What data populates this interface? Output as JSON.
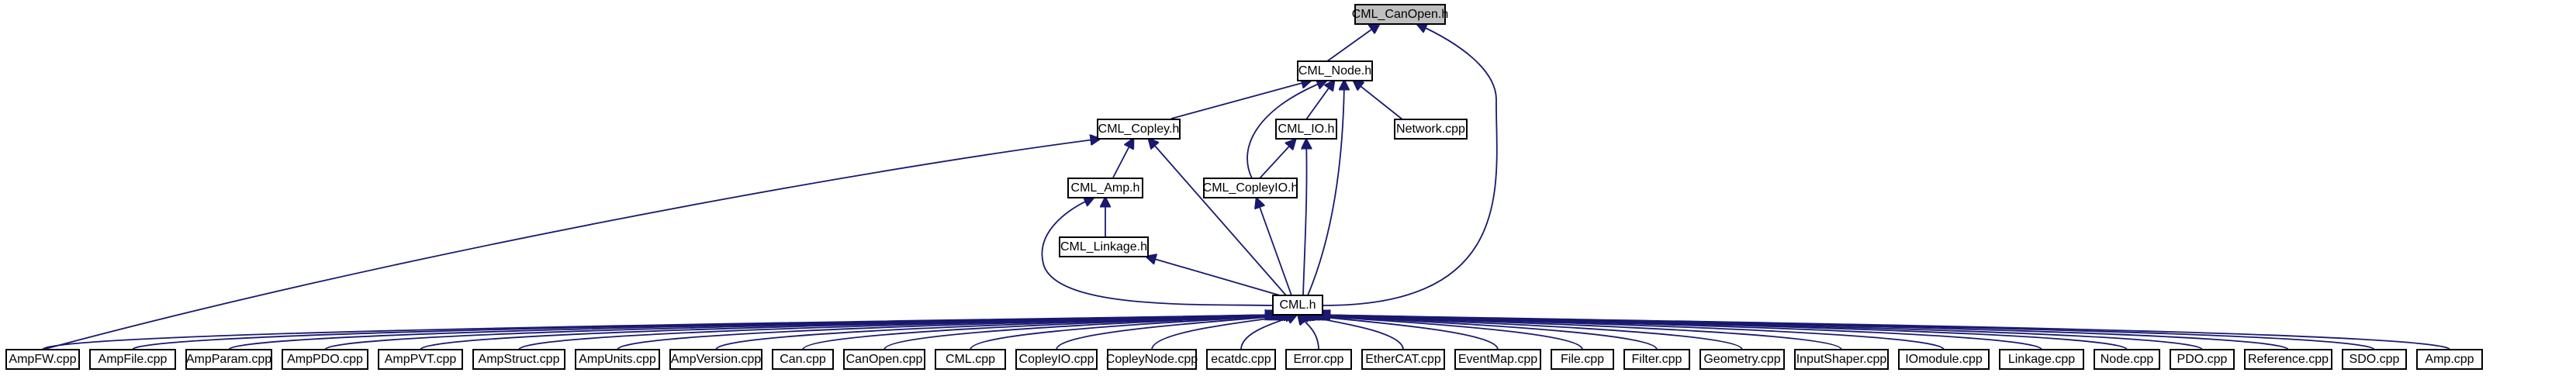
{
  "graph": {
    "root": "CML_CanOpen.h",
    "headers": {
      "cml_node": "CML_Node.h",
      "cml_copley": "CML_Copley.h",
      "cml_io": "CML_IO.h",
      "cml_copleyio": "CML_CopleyIO.h",
      "cml_amp": "CML_Amp.h",
      "cml_linkage": "CML_Linkage.h",
      "cml_h": "CML.h",
      "network": "Network.cpp"
    },
    "files": [
      "AmpFW.cpp",
      "AmpFile.cpp",
      "AmpParam.cpp",
      "AmpPDO.cpp",
      "AmpPVT.cpp",
      "AmpStruct.cpp",
      "AmpUnits.cpp",
      "AmpVersion.cpp",
      "Can.cpp",
      "CanOpen.cpp",
      "CML.cpp",
      "CopleyIO.cpp",
      "CopleyNode.cpp",
      "ecatdc.cpp",
      "Error.cpp",
      "EtherCAT.cpp",
      "EventMap.cpp",
      "File.cpp",
      "Filter.cpp",
      "Geometry.cpp",
      "InputShaper.cpp",
      "IOmodule.cpp",
      "Linkage.cpp",
      "Node.cpp",
      "PDO.cpp",
      "Reference.cpp",
      "SDO.cpp",
      "Amp.cpp"
    ],
    "colors": {
      "edge": "#191970",
      "root_fill": "#bfbfbf",
      "node_fill": "#ffffff",
      "border": "#000000"
    }
  }
}
